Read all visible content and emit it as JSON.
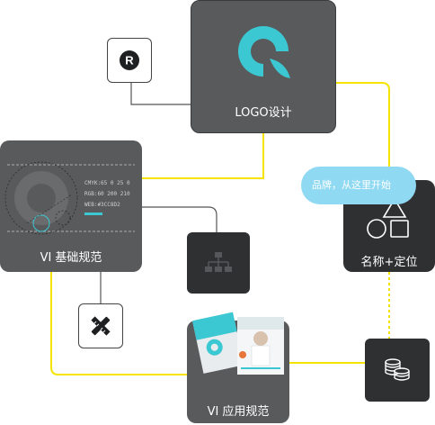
{
  "nodes": {
    "logo": {
      "label": "LOGO设计"
    },
    "vi_basic": {
      "label": "VI 基础规范",
      "cmyk": "CMYK:65 0 25 0",
      "rgb": "RGB:60 200 210",
      "web": "WEB:#3CC8D2"
    },
    "vi_apply": {
      "label": "VI 应用规范"
    },
    "name": {
      "label": "名称+定位",
      "bubble": "品牌，从这里开始"
    }
  },
  "colors": {
    "accent_yellow": "#f4e400",
    "brand_teal": "#3cc8d2",
    "node_gray": "#595a5c",
    "node_dark": "#2f3032"
  },
  "icons": [
    "registered-icon",
    "sitemap-icon",
    "pen-ruler-icon",
    "coins-icon",
    "shapes-icon",
    "logo-mark-icon"
  ]
}
